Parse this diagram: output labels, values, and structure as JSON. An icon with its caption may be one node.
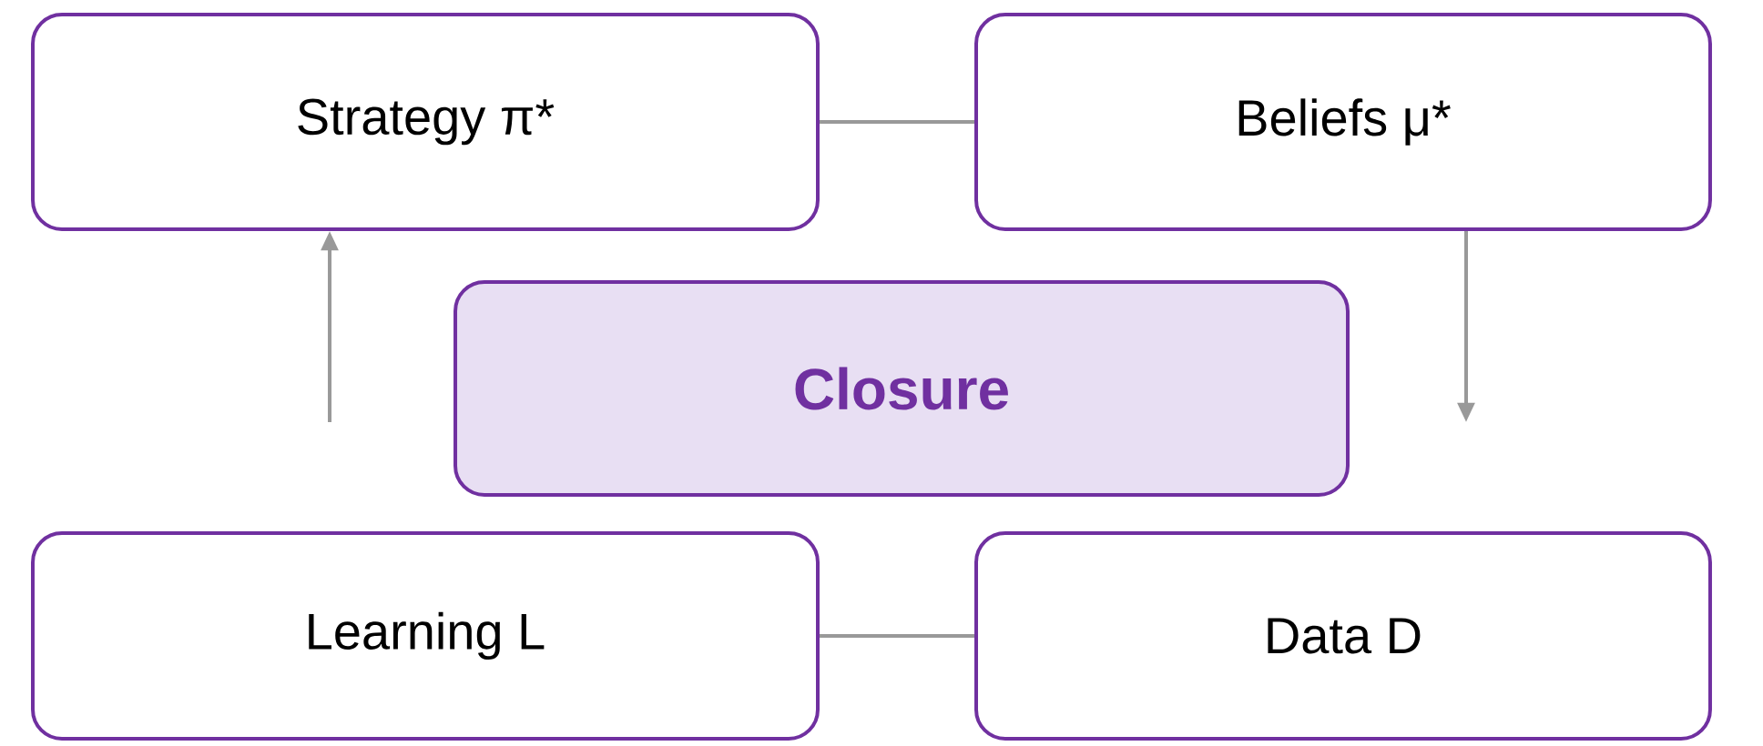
{
  "diagram": {
    "nodes": [
      {
        "text": [
          "Strategy π*"
        ]
      },
      {
        "text": [
          "Beliefs μ*"
        ]
      },
      {
        "text": [
          "Closure"
        ]
      },
      {
        "text": [
          "Learning L"
        ]
      },
      {
        "text": [
          "Data D"
        ]
      }
    ],
    "edges": [
      {
        "from": 0,
        "to": 1,
        "arrow": "none"
      },
      {
        "from": 3,
        "to": 4,
        "arrow": "none"
      },
      {
        "from": null,
        "to": 0,
        "arrow": "to"
      },
      {
        "from": 1,
        "to": null,
        "arrow": "to"
      }
    ]
  }
}
